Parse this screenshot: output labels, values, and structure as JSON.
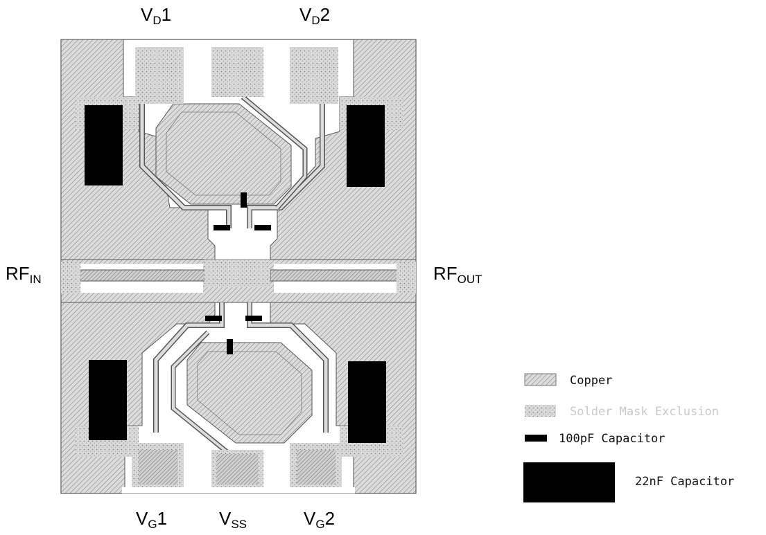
{
  "pins": {
    "vd1": {
      "base": "V",
      "sub": "D",
      "suffix": "1"
    },
    "vd2": {
      "base": "V",
      "sub": "D",
      "suffix": "2"
    },
    "vg1": {
      "base": "V",
      "sub": "G",
      "suffix": "1"
    },
    "vss": {
      "base": "V",
      "sub": "SS",
      "suffix": ""
    },
    "vg2": {
      "base": "V",
      "sub": "G",
      "suffix": "2"
    },
    "rf_in": {
      "base": "RF",
      "sub": "IN"
    },
    "rf_out": {
      "base": "RF",
      "sub": "OUT"
    }
  },
  "legend": {
    "copper": "Copper",
    "solder_mask": "Solder Mask Exclusion",
    "cap_100pf": "100pF Capacitor",
    "cap_22nf": "22nF Capacitor"
  },
  "colors": {
    "copper_line": "#8a8a8a",
    "solder_mask": "#d6d6d6",
    "capacitor": "#000000"
  }
}
